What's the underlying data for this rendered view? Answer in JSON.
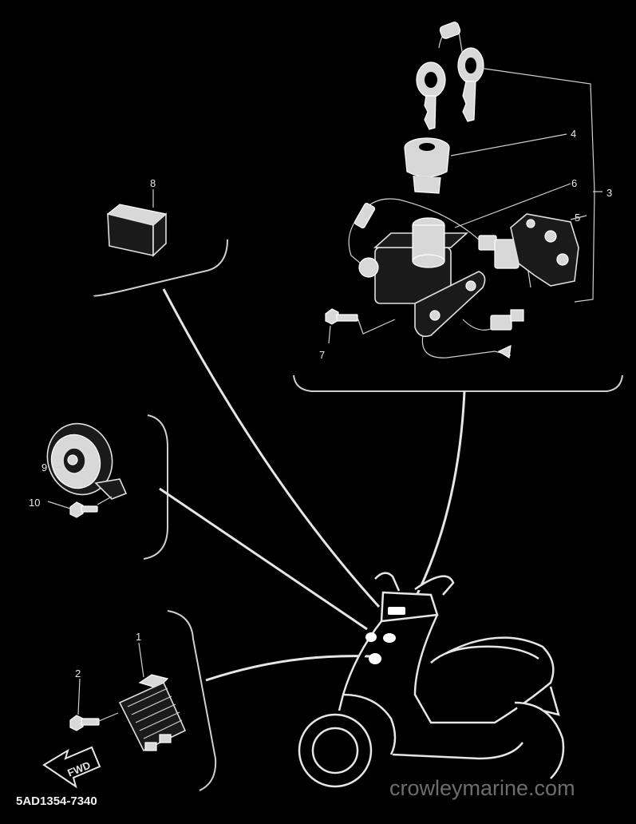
{
  "callouts": {
    "c1": "1",
    "c2": "2",
    "c3": "3",
    "c4": "4",
    "c5": "5",
    "c6": "6",
    "c7": "7",
    "c8": "8",
    "c9": "9",
    "c10": "10"
  },
  "direction_arrow_text": "FWD",
  "diagram_code": "5AD1354-7340",
  "watermark": "crowleymarine.com",
  "colors": {
    "background": "#000000",
    "linework": "#e0e0e0",
    "watermark": "#6d6d6d"
  }
}
